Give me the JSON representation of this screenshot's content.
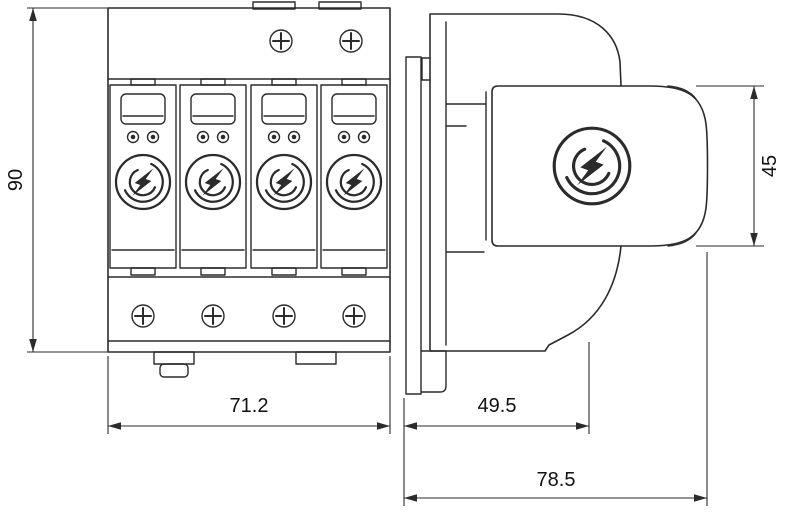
{
  "drawing": {
    "dim_front_height": "90",
    "dim_front_width": "71.2",
    "dim_side_depth_base": "49.5",
    "dim_side_depth_total": "78.5",
    "dim_side_module_height": "45"
  },
  "colors": {
    "line": "#2b2b2b",
    "text": "#111111",
    "background": "#ffffff"
  },
  "icons": {
    "surge_logo": "circular-lightning-bolt-logo",
    "screw": "cross-slot-screw-head",
    "indicator_window": "module-status-window"
  }
}
